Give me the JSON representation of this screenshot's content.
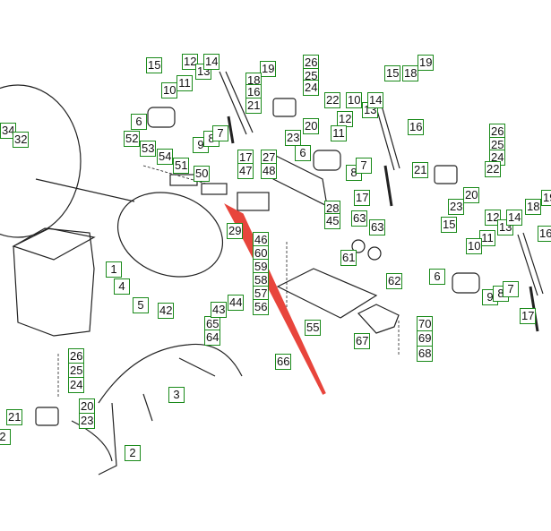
{
  "diagram": {
    "callouts": [
      "34",
      "32",
      "15",
      "12",
      "13",
      "14",
      "19",
      "18",
      "16",
      "10",
      "11",
      "21",
      "6",
      "9",
      "8",
      "7",
      "52",
      "53",
      "54",
      "51",
      "50",
      "17",
      "47",
      "27",
      "48",
      "28",
      "45",
      "29",
      "26",
      "25",
      "24",
      "22",
      "20",
      "23",
      "10",
      "12",
      "11",
      "13",
      "14",
      "6",
      "8",
      "7",
      "15",
      "18",
      "19",
      "16",
      "26",
      "25",
      "24",
      "21",
      "22",
      "20",
      "23",
      "17",
      "63",
      "63",
      "15",
      "12",
      "11",
      "13",
      "14",
      "18",
      "19",
      "16",
      "10",
      "6",
      "9",
      "8",
      "7",
      "17",
      "46",
      "60",
      "59",
      "58",
      "57",
      "56",
      "61",
      "62",
      "55",
      "67",
      "70",
      "69",
      "68",
      "65",
      "64",
      "66",
      "1",
      "4",
      "5",
      "42",
      "43",
      "44",
      "3",
      "2",
      "2",
      "21",
      "20",
      "23",
      "26",
      "25",
      "24"
    ],
    "colors": {
      "callout_border": "#1a8a1a",
      "arrow": "#e8453c",
      "line": "#222222"
    }
  }
}
